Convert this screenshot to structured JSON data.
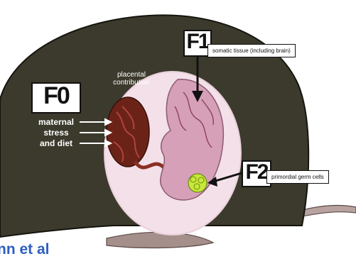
{
  "generations": {
    "f0": "F0",
    "f1": "F1",
    "f2": "F2"
  },
  "labels": {
    "f1_note": "somatic tissue (including brain)",
    "f2_note": "primordial germ cells",
    "placental": [
      "placental",
      "contribution"
    ],
    "maternal": [
      "maternal",
      "stress",
      "and diet"
    ]
  },
  "citation": "nn et al",
  "colors": {
    "body": "#3b3a2c",
    "uterus": "#f4e0e8",
    "placenta": "#6b2318",
    "embryo": "#d6a0b8",
    "germ_cells": "#c8e83a",
    "citation": "#2e5fbf"
  }
}
